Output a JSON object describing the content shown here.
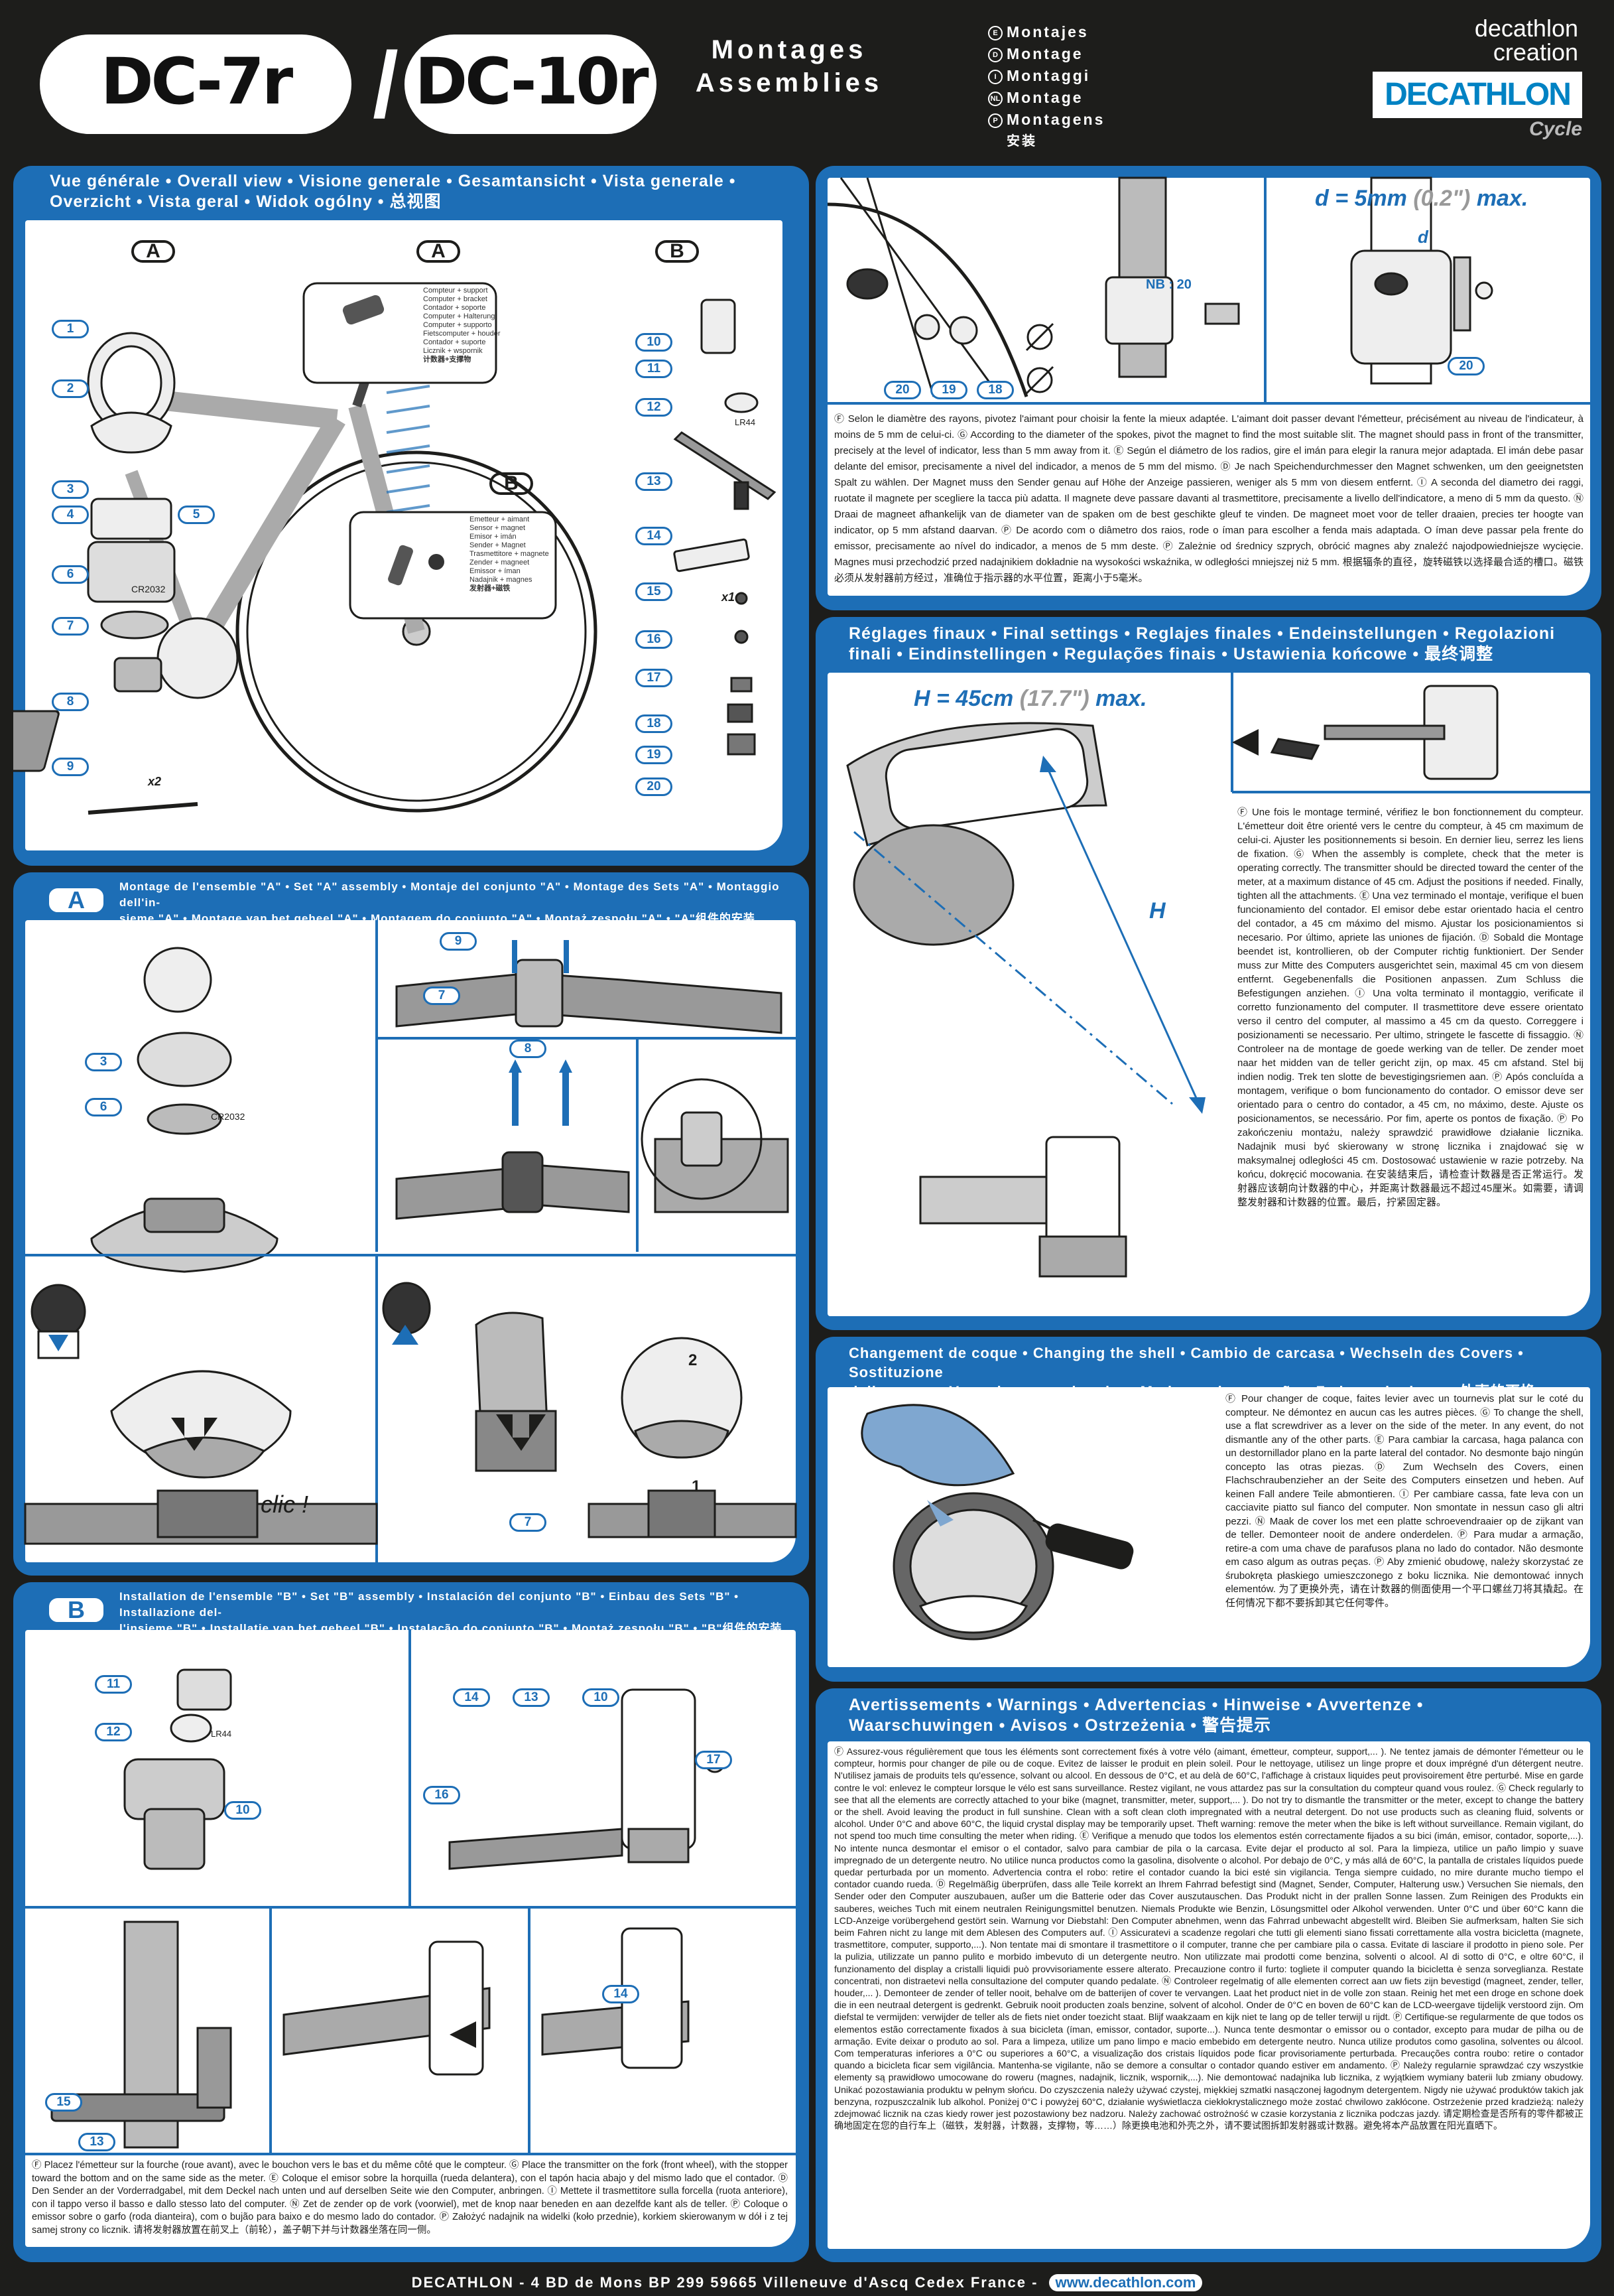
{
  "header": {
    "model_left": "DC-7r",
    "model_right": "DC-10r",
    "title_line1": "Montages",
    "title_line2": "Assemblies",
    "languages": [
      {
        "code": "E",
        "label": "Montajes"
      },
      {
        "code": "D",
        "label": "Montage"
      },
      {
        "code": "I",
        "label": "Montaggi"
      },
      {
        "code": "NL",
        "label": "Montage"
      },
      {
        "code": "P",
        "label": "Montagens"
      }
    ],
    "chinese_title": "安装",
    "brand_creation": "decathlon creation",
    "brand_main": "DECATHLON",
    "brand_sub": "Cycle"
  },
  "overview": {
    "title_line1": "Vue générale • Overall view • Visione generale • Gesamtansicht • Vista generale •",
    "title_line2": "Overzicht • Vista geral • Widok ogólny • 总视图",
    "labels": {
      "a1": "A",
      "a2": "A",
      "b1": "B",
      "b2": "B"
    },
    "computer_caption": [
      "Compteur + support",
      "Computer + bracket",
      "Contador + soporte",
      "Computer + Halterung",
      "Computer + supporto",
      "Fietscomputer + houder",
      "Contador + suporte",
      "Licznik + wspornik",
      "计数器+支撑物"
    ],
    "emitter_caption": [
      "Emetteur + aimant",
      "Sensor + magnet",
      "Emisor + imán",
      "Sender + Magnet",
      "Trasmettitore + magnete",
      "Zender + magneet",
      "Emissor + íman",
      "Nadajnik + magnes",
      "发射器+磁铁"
    ],
    "parts_left": [
      "1",
      "2",
      "3",
      "4",
      "5",
      "6",
      "7",
      "8",
      "9"
    ],
    "battery_left": "CR2032",
    "parts_right": [
      "10",
      "11",
      "12",
      "13",
      "14",
      "15",
      "16",
      "17",
      "18",
      "19",
      "20"
    ],
    "battery_right": "LR44",
    "qty_left": "x2",
    "qty_right": "x1"
  },
  "magnet": {
    "nb_label": "NB : 20",
    "part_labels": [
      "20",
      "19",
      "18",
      "20"
    ],
    "d_measure": "d = 5mm",
    "d_imperial": "(0.2\")",
    "d_max": "max.",
    "d_letter": "d",
    "text": "Ⓕ Selon le diamètre des rayons, pivotez l'aimant pour choisir la fente la mieux adaptée. L'aimant doit passer devant l'émetteur, précisément au niveau de l'indicateur, à moins de 5 mm de celui-ci. Ⓖ According to the diameter of the spokes, pivot the magnet to find the most suitable slit. The magnet should pass in front of the transmitter, precisely at the level of indicator, less than 5 mm away from it. Ⓔ Según el diámetro de los radios, gire el imán para elegir la ranura mejor adaptada. El imán debe pasar delante del emisor, precisamente a nivel del indicador, a menos de 5 mm del mismo. Ⓓ Je nach Speichendurchmesser den Magnet schwenken, um den geeignetsten Spalt zu wählen. Der Magnet muss den Sender genau auf Höhe der Anzeige passieren, weniger als 5 mm von diesem entfernt. Ⓘ A seconda del diametro dei raggi, ruotate il magnete per scegliere la tacca più adatta. Il magnete deve passare davanti al trasmettitore, precisamente a livello dell'indicatore, a meno di 5 mm da questo. Ⓝ Draai de magneet afhankelijk van de diameter van de spaken om de best geschikte gleuf te vinden. De magneet moet voor de teller draaien, precies ter hoogte van indicator, op 5 mm afstand daarvan. Ⓟ De acordo com o diâmetro dos raios, rode o íman para escolher a fenda mais adaptada. O íman deve passar pela frente do emissor, precisamente ao nível do indicador, a menos de 5 mm deste. Ⓟ Zależnie od średnicy szprych, obrócić magnes aby znaleźć najodpowiedniejsze wycięcie. Magnes musi przechodzić przed nadajnikiem dokładnie na wysokości wskaźnika, w odległości mniejszej niż 5 mm. 根据辐条的直径，旋转磁铁以选择最合适的槽口。磁铁必须从发射器前方经过，准确位于指示器的水平位置，距离小于5毫米。"
  },
  "final": {
    "title_line1": "Réglages finaux • Final settings • Reglajes finales • Endeinstellungen • Regolazioni",
    "title_line2": "finali • Eindinstellingen • Regulações finais • Ustawienia końcowe • 最终调整",
    "h_measure": "H = 45cm",
    "h_imperial": "(17.7\")",
    "h_max": "max.",
    "h_letter": "H",
    "text": "Ⓕ Une fois le montage terminé, vérifiez le bon fonctionnement du compteur. L'émetteur doit être orienté vers le centre du compteur, à 45 cm maximum de celui-ci. Ajuster les positionnements si besoin. En dernier lieu, serrez les liens de fixation. Ⓖ When the assembly is complete, check that the meter is operating correctly. The transmitter should be directed toward the center of the meter, at a maximum distance of 45 cm. Adjust the positions if needed. Finally, tighten all the attachments. Ⓔ Una vez terminado el montaje, verifique el buen funcionamiento del contador. El emisor debe estar orientado hacia el centro del contador, a 45 cm máximo del mismo. Ajustar los posicionamientos si necesario. Por último, apriete las uniones de fijación. Ⓓ Sobald die Montage beendet ist, kontrollieren, ob der Computer richtig funktioniert. Der Sender muss zur Mitte des Computers ausgerichtet sein, maximal 45 cm von diesem entfernt. Gegebenenfalls die Positionen anpassen. Zum Schluss die Befestigungen anziehen. Ⓘ Una volta terminato il montaggio, verificate il corretto funzionamento del computer. Il trasmettitore deve essere orientato verso il centro del computer, al massimo a 45 cm da questo. Correggere i posizionamenti se necessario. Per ultimo, stringete le fascette di fissaggio. Ⓝ Controleer na de montage de goede werking van de teller. De zender moet naar het midden van de teller gericht zijn, op max. 45 cm afstand. Stel bij indien nodig. Trek ten slotte de bevestigingsriemen aan. Ⓟ Após concluída a montagem, verifique o bom funcionamento do contador. O emissor deve ser orientado para o centro do contador, a 45 cm, no máximo, deste. Ajuste os posicionamentos, se necessário. Por fim, aperte os pontos de fixação. Ⓟ Po zakończeniu montażu, należy sprawdzić prawidłowe działanie licznika. Nadajnik musi być skierowany w stronę licznika i znajdować się w maksymalnej odległości 45 cm. Dostosować ustawienie w razie potrzeby. Na końcu, dokręcić mocowania. 在安装结束后，请检查计数器是否正常运行。发射器应该朝向计数器的中心，并距离计数器最远不超过45厘米。如需要，请调整发射器和计数器的位置。最后，拧紧固定器。"
  },
  "assembly_a": {
    "badge": "A",
    "title_line1": "Montage de l'ensemble \"A\" • Set \"A\" assembly • Montaje del conjunto \"A\" • Montage des Sets \"A\" • Montaggio dell'in-",
    "title_line2": "sieme \"A\" • Montage van het geheel \"A\" • Montagem do conjunto \"A\" • Montaż zespołu \"A\" • \"A\"组件的安装",
    "parts": [
      "3",
      "6",
      "9",
      "7",
      "8",
      "7"
    ],
    "battery": "CR2032",
    "clic": "clic !",
    "step_numbers": [
      "1",
      "2"
    ]
  },
  "shell": {
    "title_line1": "Changement de coque • Changing the shell • Cambio de carcasa • Wechseln des Covers • Sostituzione",
    "title_line2": "della cassa • Veranderen van houder • Mudança da armação • Zmiana obudowy • 外壳的更换",
    "text": "Ⓕ Pour changer de coque, faites levier avec un tournevis plat sur le coté du compteur. Ne démontez en aucun cas les autres pièces. Ⓖ To change the shell, use a flat screwdriver as a lever on the side of the meter. In any event, do not dismantle any of the other parts. Ⓔ Para cambiar la carcasa, haga palanca con un destornillador plano en la parte lateral del contador. No desmonte bajo ningún concepto las otras piezas. Ⓓ Zum Wechseln des Covers, einen Flachschraubenzieher an der Seite des Computers einsetzen und heben. Auf keinen Fall andere Teile abmontieren. Ⓘ Per cambiare cassa, fate leva con un cacciavite piatto sul fianco del computer. Non smontate in nessun caso gli altri pezzi. Ⓝ Maak de cover los met een platte schroevendraaier op de zijkant van de teller. Demonteer nooit de andere onderdelen. Ⓟ Para mudar a armação, retire-a com uma chave de parafusos plana no lado do contador. Não desmonte em caso algum as outras peças. Ⓟ Aby zmienić obudowę, należy skorzystać ze śrubokręta płaskiego umieszczonego z boku licznika. Nie demontować innych elementów. 为了更换外壳，请在计数器的侧面使用一个平口螺丝刀将其撬起。在任何情况下都不要拆卸其它任何零件。"
  },
  "warnings": {
    "title_line1": "Avertissements • Warnings • Advertencias • Hinweise • Avvertenze •",
    "title_line2": "Waarschuwingen • Avisos • Ostrzeżenia • 警告提示",
    "text": "Ⓕ Assurez-vous régulièrement que tous les éléments sont correctement fixés à votre vélo (aimant, émetteur, compteur, support,... ). Ne tentez jamais de démonter l'émetteur ou le compteur, hormis pour changer de pile ou de coque. Evitez de laisser le produit en plein soleil. Pour le nettoyage, utilisez un linge propre et doux imprégné d'un détergent neutre. N'utilisez jamais de produits tels qu'essence, solvant ou alcool. En dessous de 0°C, et au delà de 60°C, l'affichage à cristaux liquides peut provisoirement être perturbé. Mise en garde contre le vol: enlevez le compteur lorsque le vélo est sans surveillance. Restez vigilant, ne vous attardez pas sur la consultation du compteur quand vous roulez. Ⓖ Check regularly to see that all the elements are correctly attached to your bike (magnet, transmitter, meter, support,... ). Do not try to dismantle the transmitter or the meter, except to change the battery or the shell. Avoid leaving the product in full sunshine. Clean with a soft clean cloth impregnated with a neutral detergent. Do not use products such as cleaning fluid, solvents or alcohol. Under 0°C and above 60°C, the liquid crystal display may be temporarily upset. Theft warning: remove the meter when the bike is left without surveillance. Remain vigilant, do not spend too much time consulting the meter when riding. Ⓔ Verifique a menudo que todos los elementos estén correctamente fijados a su bici (imán, emisor, contador, soporte,...). No intente nunca desmontar el emisor o el contador, salvo para cambiar de pila o la carcasa. Evite dejar el producto al sol. Para la limpieza, utilice un paño limpio y suave impregnado de un detergente neutro. No utilice nunca productos como la gasolina, disolvente o alcohol. Por debajo de 0°C, y más allá de 60°C, la pantalla de cristales líquidos puede quedar perturbada por un momento. Advertencia contra el robo: retire el contador cuando la bici esté sin vigilancia. Tenga siempre cuidado, no mire durante mucho tiempo el contador cuando rueda. Ⓓ Regelmäßig überprüfen, dass alle Teile korrekt an Ihrem Fahrrad befestigt sind (Magnet, Sender, Computer, Halterung usw.) Versuchen Sie niemals, den Sender oder den Computer auszubauen, außer um die Batterie oder das Cover auszutauschen. Das Produkt nicht in der prallen Sonne lassen. Zum Reinigen des Produkts ein sauberes, weiches Tuch mit einem neutralen Reinigungsmittel benutzen. Niemals Produkte wie Benzin, Lösungsmittel oder Alkohol verwenden. Unter 0°C und über 60°C kann die LCD-Anzeige vorübergehend gestört sein. Warnung vor Diebstahl: Den Computer abnehmen, wenn das Fahrrad unbewacht abgestellt wird. Bleiben Sie aufmerksam, halten Sie sich beim Fahren nicht zu lange mit dem Ablesen des Computers auf. Ⓘ Assicuratevi a scadenze regolari che tutti gli elementi siano fissati correttamente alla vostra bicicletta (magnete, trasmettitore, computer, supporto,...). Non tentate mai di smontare il trasmettitore o il computer, tranne che per cambiare pila o cassa. Evitate di lasciare il prodotto in pieno sole. Per la pulizia, utilizzate un panno pulito e morbido imbevuto di un detergente neutro. Non utilizzate mai prodotti come benzina, solventi o alcool. Al di sotto di 0°C, e oltre 60°C, il funzionamento del display a cristalli liquidi può provvisoriamente essere alterato. Precauzione contro il furto: togliete il computer quando la bicicletta è senza sorveglianza. Restate concentrati, non distraetevi nella consultazione del computer quando pedalate. Ⓝ Controleer regelmatig of alle elementen correct aan uw fiets zijn bevestigd (magneet, zender, teller, houder,... ). Demonteer de zender of teller nooit, behalve om de batterijen of cover te vervangen. Laat het product niet in de volle zon staan. Reinig het met een droge en schone doek die in een neutraal detergent is gedrenkt. Gebruik nooit producten zoals benzine, solvent of alcohol. Onder de 0°C en boven de 60°C kan de LCD-weergave tijdelijk verstoord zijn. Om diefstal te vermijden: verwijder de teller als de fiets niet onder toezicht staat. Blijf waakzaam en kijk niet te lang op de teller terwijl u rijdt. Ⓟ Certifique-se regularmente de que todos os elementos estão correctamente fixados à sua bicicleta (íman, emissor, contador, suporte...). Nunca tente desmontar o emissor ou o contador, excepto para mudar de pilha ou de armação. Evite deixar o produto ao sol. Para a limpeza, utilize um pano limpo e macio embebido em detergente neutro. Nunca utilize produtos como gasolina, solventes ou álcool. Com temperaturas inferiores a 0°C ou superiores a 60°C, a visualização dos cristais líquidos pode ficar provisoriamente perturbada. Precauções contra roubo: retire o contador quando a bicicleta ficar sem vigilância. Mantenha-se vigilante, não se demore a consultar o contador quando estiver em andamento. Ⓟ Należy regularnie sprawdzać czy wszystkie elementy są prawidłowo umocowane do roweru (magnes, nadajnik, licznik, wspornik,...). Nie demontować nadajnika lub licznika, z wyjątkiem wymiany baterii lub zmiany obudowy. Unikać pozostawiania produktu w pełnym słońcu. Do czyszczenia należy używać czystej, miękkiej szmatki nasączonej łagodnym detergentem. Nigdy nie używać produktów takich jak benzyna, rozpuszczalnik lub alkohol. Poniżej 0°C i powyżej 60°C, działanie wyświetlacza ciekłokrystalicznego może zostać chwilowo zakłócone. Ostrzeżenie przed kradzieżą: należy zdejmować licznik na czas kiedy rower jest pozostawiony bez nadzoru. Należy zachować ostrożność w czasie korzystania z licznika podczas jazdy. 请定期检查是否所有的零件都被正确地固定在您的自行车上（磁铁，发射器，计数器，支撑物，等……）除更换电池和外壳之外，请不要试图拆卸发射器或计数器。避免将本产品放置在阳光直晒下。"
  },
  "assembly_b": {
    "badge": "B",
    "title_line1": "Installation de l'ensemble \"B\" • Set \"B\" assembly • Instalación del conjunto \"B\" • Einbau des Sets \"B\" • Installazione del-",
    "title_line2": "l'insieme \"B\" • Installatie van het geheel \"B\" • Instalação do conjunto \"B\" • Montaż zespołu \"B\" • \"B\"组件的安装",
    "parts": [
      "11",
      "12",
      "10",
      "14",
      "13",
      "10",
      "17",
      "16",
      "15",
      "13",
      "14"
    ],
    "battery": "LR44",
    "text": "Ⓕ Placez l'émetteur sur la fourche (roue avant), avec le bouchon vers le bas et du même côté que le compteur. Ⓖ Place the transmitter on the fork (front wheel), with the stopper toward the bottom and on the same side as the meter. Ⓔ Coloque el emisor sobre la horquilla (rueda delantera), con el tapón hacia abajo y del mismo lado que el contador. Ⓓ Den Sender an der Vorderradgabel, mit dem Deckel nach unten und auf derselben Seite wie den Computer, anbringen. Ⓘ Mettete il trasmettitore sulla forcella (ruota anteriore), con il tappo verso il basso e dallo stesso lato del computer. Ⓝ Zet de zender op de vork (voorwiel), met de knop naar beneden en aan dezelfde kant als de teller. Ⓟ Coloque o emissor sobre o garfo (roda dianteira), com o bujão para baixo e do mesmo lado do contador. Ⓟ Założyć nadajnik na widelki (koło przednie), korkiem skierowanym w dół i z tej samej strony co licznik. 请将发射器放置在前叉上（前轮），盖子朝下并与计数器坐落在同一侧。"
  },
  "footer": {
    "address": "DECATHLON - 4 BD de Mons BP 299 59665 Villeneuve d'Ascq Cedex France -",
    "website": "www.decathlon.com"
  }
}
